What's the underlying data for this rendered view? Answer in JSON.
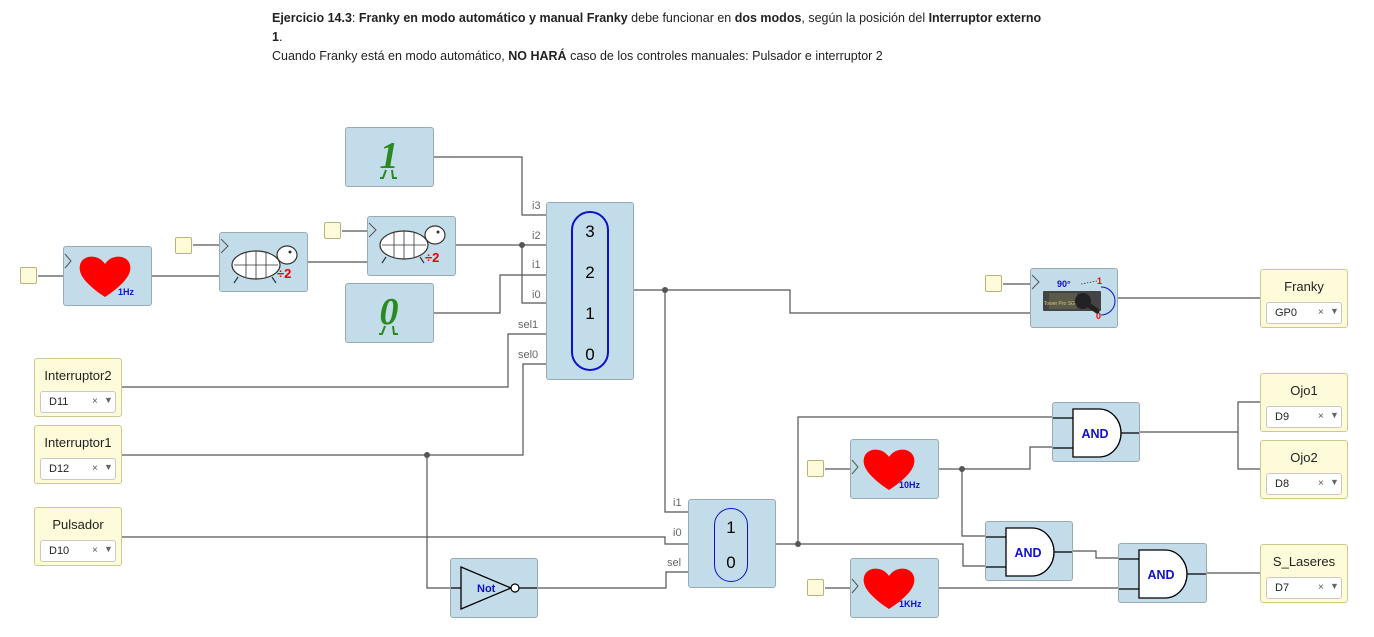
{
  "description": {
    "line1": {
      "exercise": "Ejercicio 14.3",
      "sep": ": ",
      "title": "Franky en modo automático y manual Franky",
      "text1": " debe funcionar en ",
      "modes": "dos modos",
      "text2": ", según la posición del ",
      "switch": "Interruptor externo 1",
      "end": "."
    },
    "line2": {
      "text1": "Cuando Franky está en modo automático, ",
      "emph": "NO HARÁ",
      "text2": " caso de los controles manuales: Pulsador e interruptor 2"
    }
  },
  "colors": {
    "block_bg": "#c2dde9",
    "io_bg": "#fdfbd9",
    "wire": "#555555",
    "heart": "#ff0000",
    "mux_blue": "#1010cc",
    "constant_green": "#2a8a1f"
  },
  "inputs": [
    {
      "label": "Interruptor2",
      "pin": "D11"
    },
    {
      "label": "Interruptor1",
      "pin": "D12"
    },
    {
      "label": "Pulsador",
      "pin": "D10"
    }
  ],
  "outputs": [
    {
      "label": "Franky",
      "pin": "GP0"
    },
    {
      "label": "Ojo1",
      "pin": "D9"
    },
    {
      "label": "Ojo2",
      "pin": "D8"
    },
    {
      "label": "S_Laseres",
      "pin": "D7"
    }
  ],
  "select_clear": "×",
  "select_arrow": "▼",
  "blocks": {
    "heart_1hz": "1Hz",
    "heart_10hz": "10Hz",
    "heart_1khz": "1KHz",
    "divider": "÷2",
    "const_one": "1",
    "const_zero": "0",
    "servo_angle": "90°",
    "servo_one": "1",
    "servo_zero": "0",
    "servo_brand": "Tower Pro SG-90",
    "and_label": "AND",
    "not_label": "Not"
  },
  "mux4": {
    "ports": [
      "i3",
      "i2",
      "i1",
      "i0",
      "sel1",
      "sel0"
    ],
    "values": [
      "3",
      "2",
      "1",
      "0"
    ]
  },
  "mux2": {
    "ports": [
      "i1",
      "i0",
      "sel"
    ],
    "values": [
      "1",
      "0"
    ]
  }
}
